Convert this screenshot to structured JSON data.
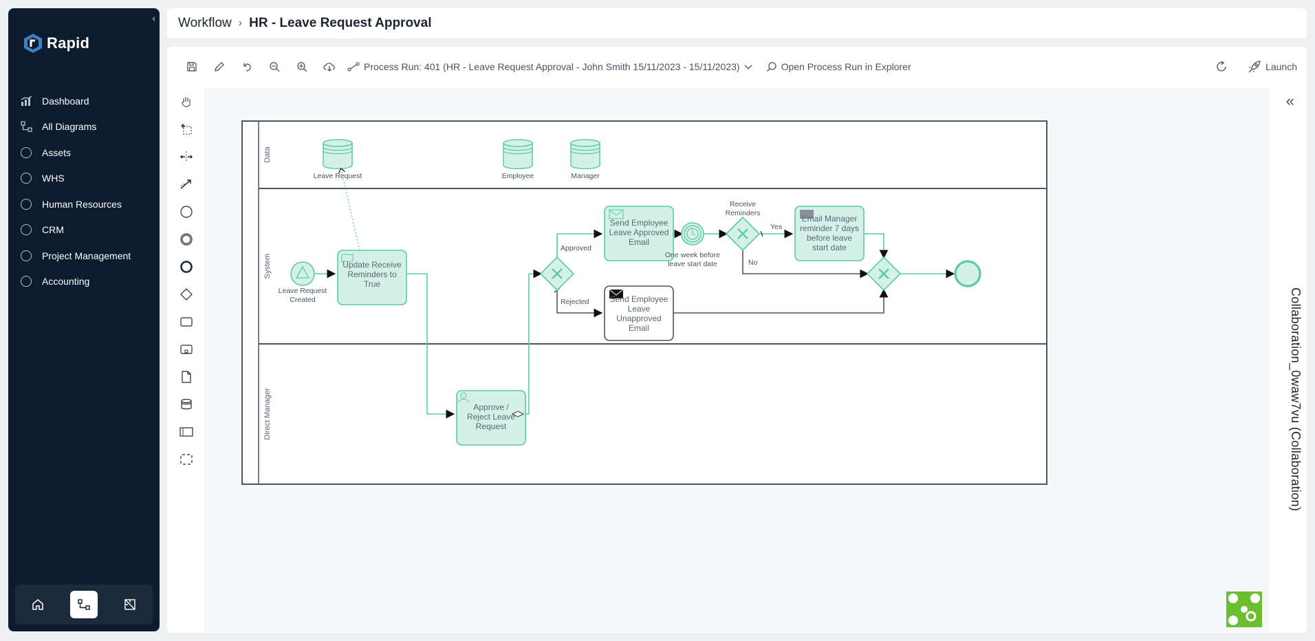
{
  "sidebar": {
    "brand": "Rapid",
    "items": [
      {
        "label": "Dashboard",
        "icon": "dashboard-icon"
      },
      {
        "label": "All Diagrams",
        "icon": "diagram-icon"
      },
      {
        "label": "Assets",
        "icon": "circle-icon"
      },
      {
        "label": "WHS",
        "icon": "circle-icon"
      },
      {
        "label": "Human Resources",
        "icon": "circle-icon"
      },
      {
        "label": "CRM",
        "icon": "circle-icon"
      },
      {
        "label": "Project Management",
        "icon": "circle-icon"
      },
      {
        "label": "Accounting",
        "icon": "circle-icon"
      }
    ]
  },
  "header": {
    "breadcrumb_root": "Workflow",
    "breadcrumb_current": "HR - Leave Request Approval"
  },
  "toolbar": {
    "process_run": "Process Run: 401 (HR - Leave Request Approval - John Smith 15/11/2023 - 15/11/2023)",
    "open_explorer": "Open Process Run in Explorer",
    "launch": "Launch"
  },
  "diagram": {
    "collaboration_id": "Collaboration_0waw7vu (Collaboration)",
    "lanes": [
      "Data",
      "System",
      "Direct Manager"
    ],
    "data_stores": [
      "Leave Request",
      "Employee",
      "Manager"
    ],
    "start_event": [
      "Leave Request",
      "Created"
    ],
    "tasks": {
      "update": [
        "Update Receive",
        "Reminders to",
        "True"
      ],
      "approve": [
        "Approve /",
        "Reject Leave",
        "Request"
      ],
      "approved_email": [
        "Send Employee",
        "Leave Approved",
        "Email"
      ],
      "unapproved_email": [
        "Send Employee",
        "Leave",
        "Unapproved",
        "Email"
      ],
      "reminder_email": [
        "Email Manager",
        "reminder 7 days",
        "before leave",
        "start date"
      ]
    },
    "timer": [
      "One week before",
      "leave start date"
    ],
    "gateway_reminders": [
      "Receive",
      "Reminders"
    ],
    "flows": {
      "approved": "Approved",
      "rejected": "Rejected",
      "yes": "Yes",
      "no": "No"
    }
  },
  "colors": {
    "sidebar_bg": "#0d1b2e",
    "accent": "#3b82c4",
    "completed_fill": "#d4f1e8",
    "completed_stroke": "#5cc9a7",
    "pending_stroke": "#4b5566",
    "brand_green": "#6bbf2e"
  }
}
